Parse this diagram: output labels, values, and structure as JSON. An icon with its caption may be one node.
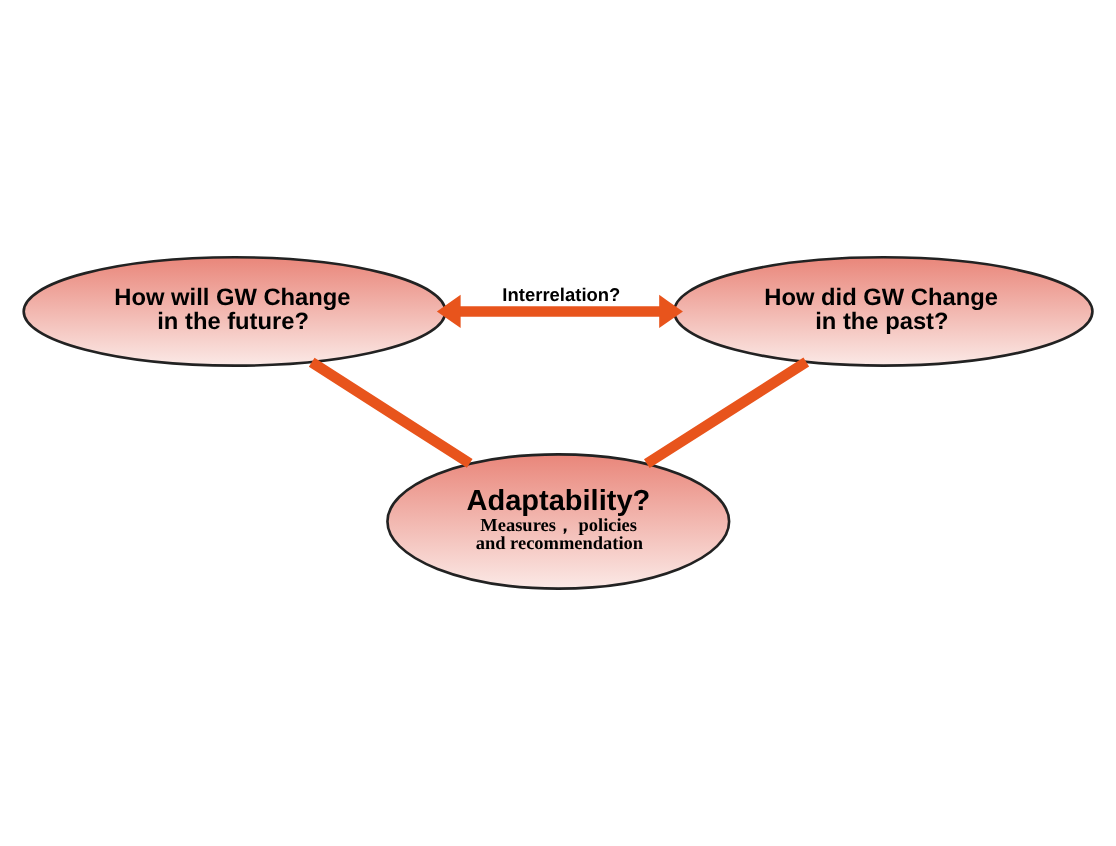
{
  "diagram": {
    "nodes": [
      {
        "text": [
          "How will GW Change in the future?"
        ]
      },
      {
        "text": [
          "How did GW Change in the past?"
        ]
      },
      {
        "text": [
          "Adaptability?",
          "Measures， policies and recommendation"
        ]
      }
    ],
    "edges": [
      {
        "from": 0,
        "to": 1,
        "arrow": "both",
        "label": "Interrelation?"
      },
      {
        "from": 0,
        "to": 2,
        "arrow": "none"
      },
      {
        "from": 1,
        "to": 2,
        "arrow": "none"
      }
    ]
  }
}
